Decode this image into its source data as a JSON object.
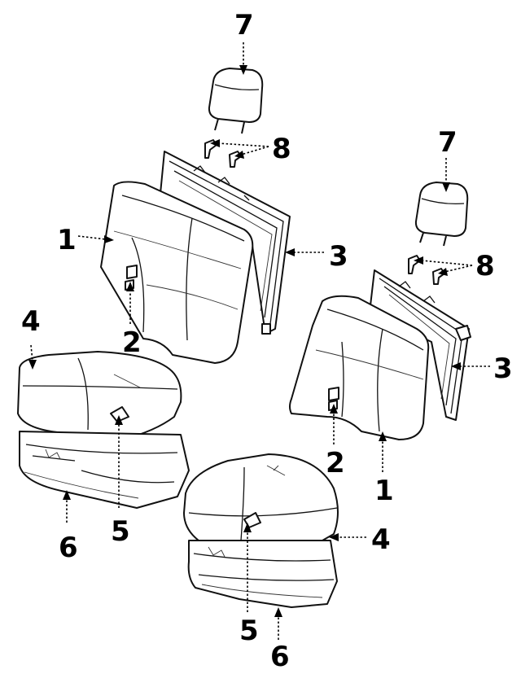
{
  "callouts": {
    "headrest_left": "7",
    "headrest_right": "7",
    "guide_left": "8",
    "guide_right": "8",
    "back_left": "1",
    "back_right": "1",
    "frame_left": "3",
    "frame_right": "3",
    "tag_back_left": "2",
    "tag_back_right": "2",
    "cushion_left": "4",
    "cushion_right": "4",
    "tag_cushion_left": "5",
    "tag_cushion_right": "5",
    "pan_left": "6",
    "pan_right": "6"
  }
}
